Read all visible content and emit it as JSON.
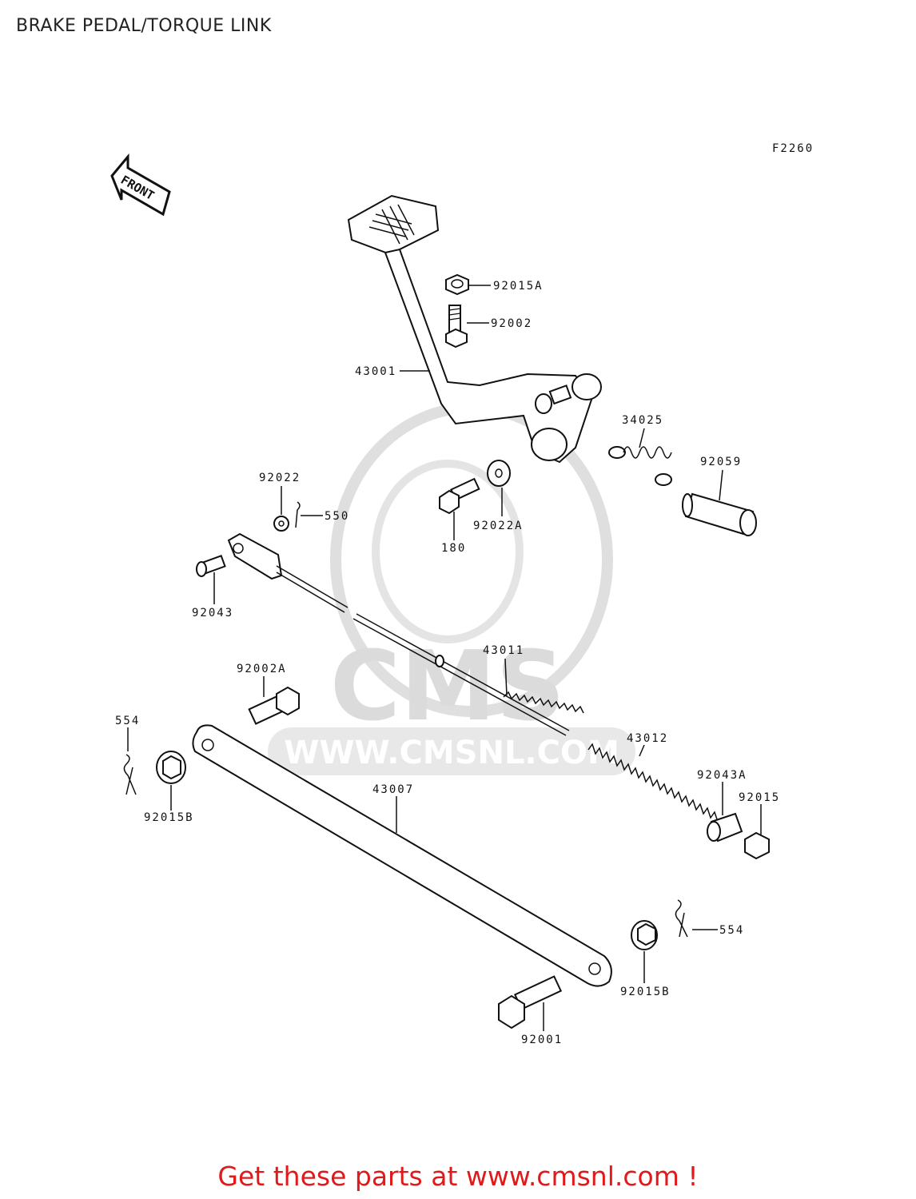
{
  "page": {
    "title": "BRAKE PEDAL/TORQUE LINK",
    "figure_code": "F2260",
    "front_arrow_label": "FRONT",
    "watermark_brand": "CMS",
    "watermark_url": "WWW.CMSNL.COM",
    "footer_text": "Get these parts at www.cmsnl.com !",
    "footer_color": "#e0191b"
  },
  "parts": [
    {
      "number": "92015A"
    },
    {
      "number": "92002"
    },
    {
      "number": "43001"
    },
    {
      "number": "34025"
    },
    {
      "number": "92059"
    },
    {
      "number": "92022"
    },
    {
      "number": "550"
    },
    {
      "number": "92022A"
    },
    {
      "number": "180"
    },
    {
      "number": "92043"
    },
    {
      "number": "43011"
    },
    {
      "number": "92002A"
    },
    {
      "number": "554"
    },
    {
      "number": "43012"
    },
    {
      "number": "92043A"
    },
    {
      "number": "92015"
    },
    {
      "number": "92015B"
    },
    {
      "number": "43007"
    },
    {
      "number": "554"
    },
    {
      "number": "92015B"
    },
    {
      "number": "92001"
    }
  ]
}
